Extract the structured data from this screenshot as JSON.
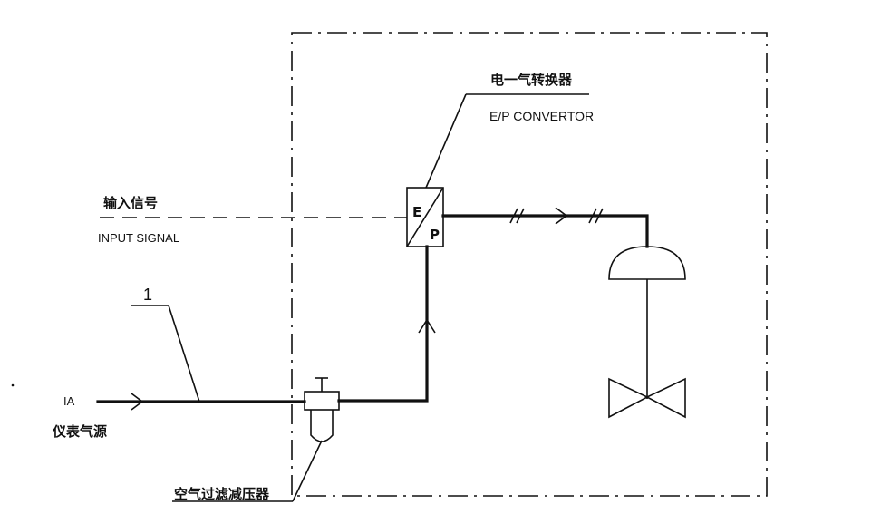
{
  "labels": {
    "ep_cn": "电一气转换器",
    "ep_en": "E/P CONVERTOR",
    "ep_e": "E",
    "ep_p": "P",
    "input_cn": "输入信号",
    "input_en": "INPUT SIGNAL",
    "line_number": "1",
    "ia_en": "IA",
    "ia_cn": "仪表气源",
    "filter_cn": "空气过滤减压器"
  },
  "colors": {
    "line": "#111111",
    "background": "#ffffff"
  }
}
